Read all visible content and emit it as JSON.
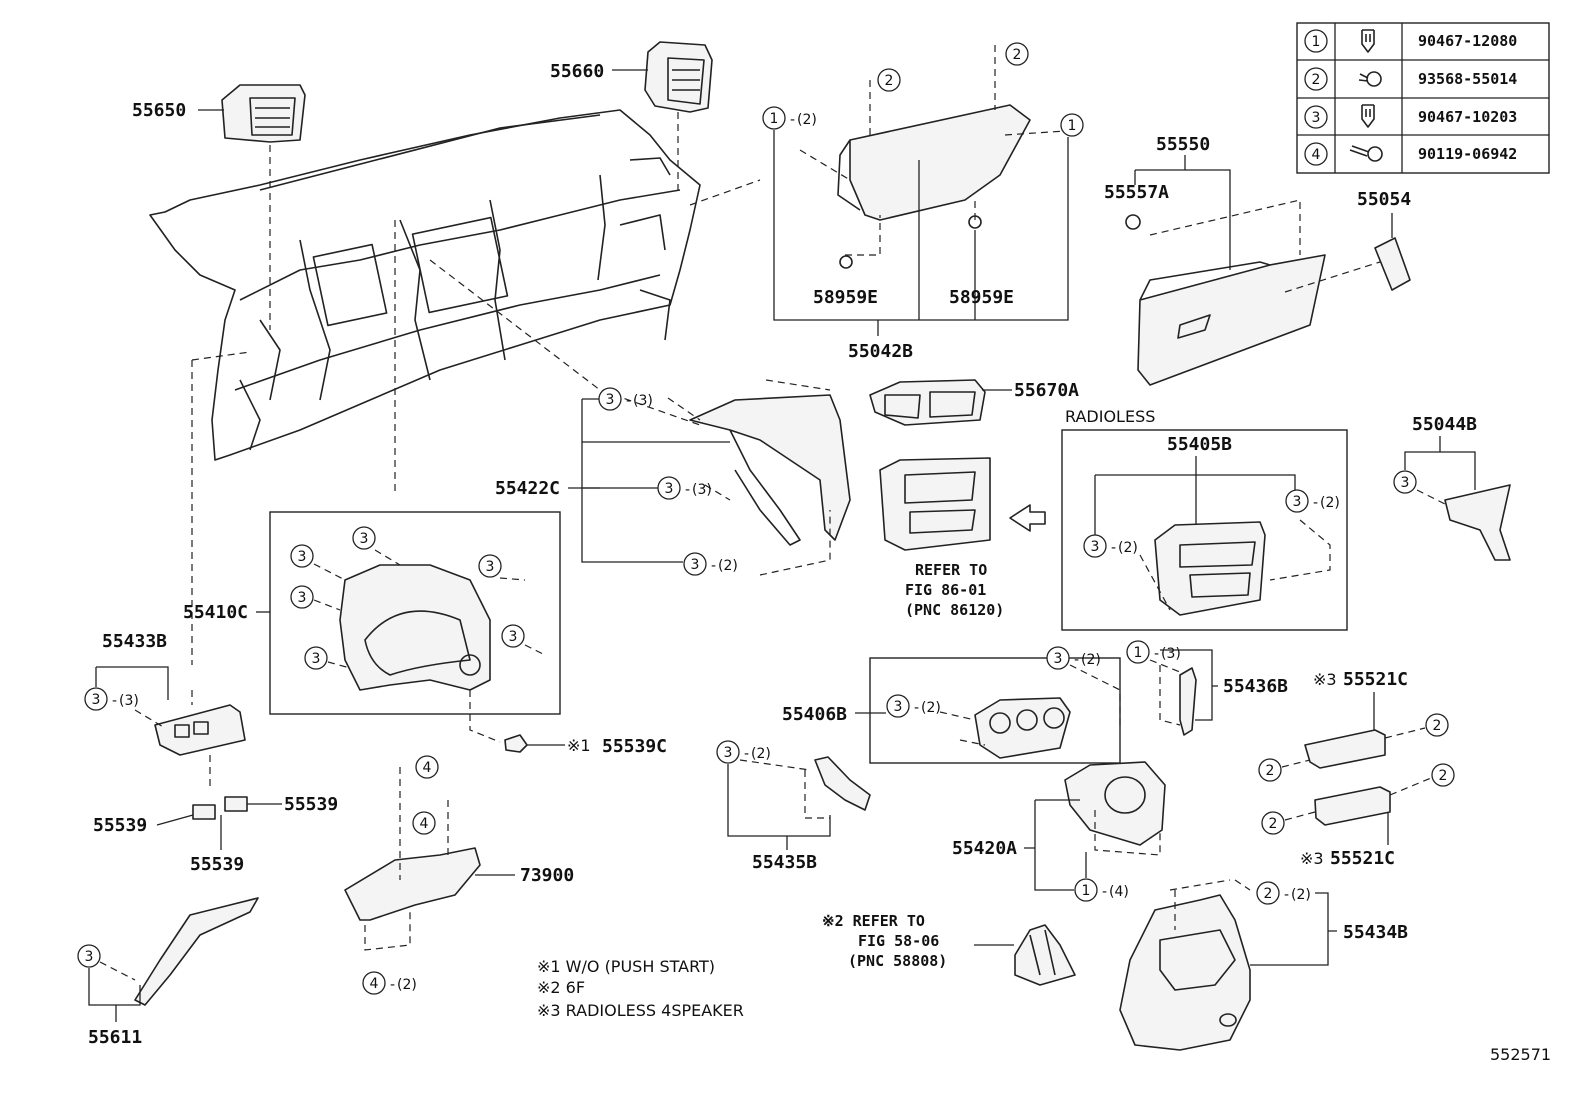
{
  "legend": {
    "rows": [
      {
        "num": "1",
        "part": "90467-12080",
        "icon": "clip-icon"
      },
      {
        "num": "2",
        "part": "93568-55014",
        "icon": "screw-icon"
      },
      {
        "num": "3",
        "part": "90467-10203",
        "icon": "clip-icon"
      },
      {
        "num": "4",
        "part": "90119-06942",
        "icon": "bolt-icon"
      }
    ]
  },
  "parts": {
    "p55650": "55650",
    "p55660": "55660",
    "p55550": "55550",
    "p55557A": "55557A",
    "p55054": "55054",
    "p58959E_a": "58959E",
    "p58959E_b": "58959E",
    "p55042B": "55042B",
    "p55670A": "55670A",
    "p55422C": "55422C",
    "p55405B": "55405B",
    "p55044B": "55044B",
    "p55410C": "55410C",
    "p55433B": "55433B",
    "p55539C": "55539C",
    "p55539_a": "55539",
    "p55539_b": "55539",
    "p55539_c": "55539",
    "p55406B": "55406B",
    "p55436B": "55436B",
    "p55521C_a": "55521C",
    "p55521C_b": "55521C",
    "p73900": "73900",
    "p55435B": "55435B",
    "p55420A": "55420A",
    "p55434B": "55434B",
    "p55611": "55611"
  },
  "marks": {
    "m55539C": "※1",
    "m55521C_a": "※3",
    "m55521C_b": "※3"
  },
  "labels": {
    "radioless": "RADIOLESS",
    "refer86_line1": "REFER TO",
    "refer86_line2": "FIG 86-01",
    "refer86_line3": "(PNC 86120)",
    "refer58_line1": "※2 REFER TO",
    "refer58_line2": "FIG 58-06",
    "refer58_line3": "(PNC 58808)"
  },
  "notes": {
    "n1": "※1  W/O  (PUSH  START)",
    "n2": "※2  6F",
    "n3": "※3 RADIOLESS 4SPEAKER"
  },
  "quantities": {
    "q1_2_top": "(2)",
    "q3_3_a": "(3)",
    "q3_3_b": "(3)",
    "q3_2_a": "(2)",
    "q3_3_c": "(3)",
    "q3_2_b": "(2)",
    "q3_2_c": "(2)",
    "q3_2_d": "(2)",
    "q1_3": "(3)",
    "q3_2_e": "(2)",
    "q3_2_f": "(2)",
    "q1_4": "(4)",
    "q2_2": "(2)",
    "q4_2": "(2)"
  },
  "figure_id": "552571"
}
